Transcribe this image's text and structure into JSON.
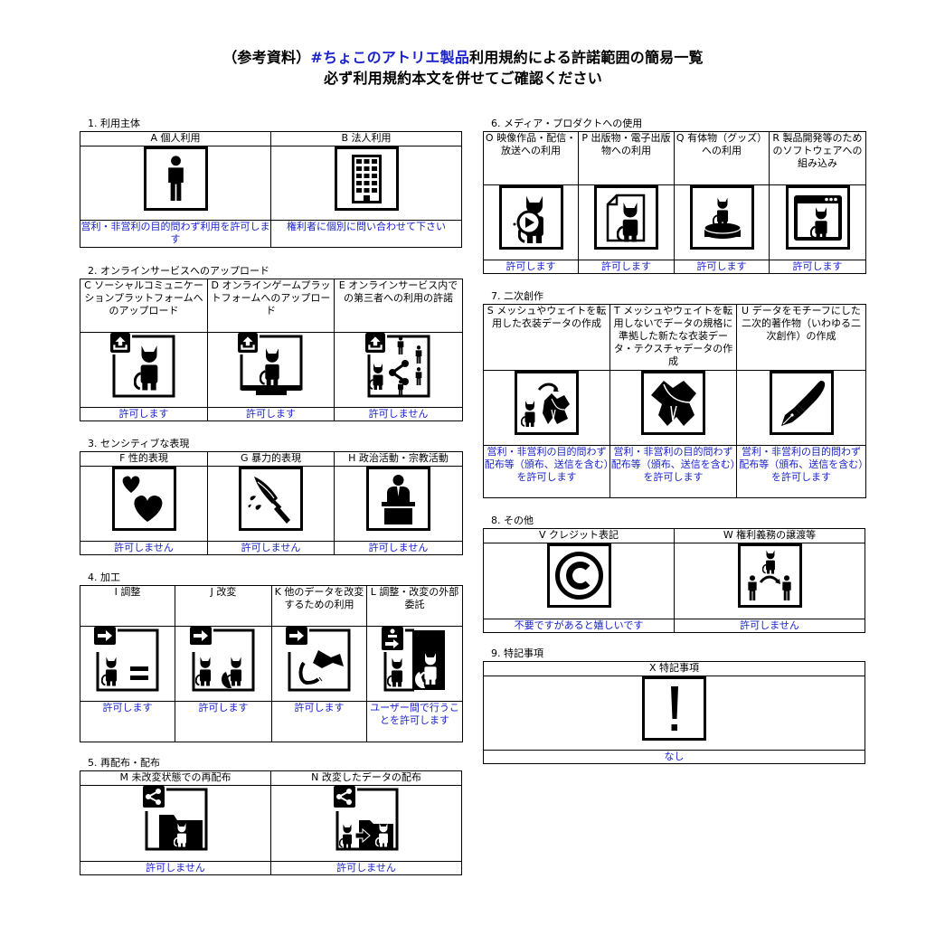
{
  "title": {
    "prefix": "（参考資料）",
    "brand": "#ちょこのアトリエ製品",
    "suffix": "利用規約による許諾範囲の簡易一覧",
    "line2": "必ず利用規約本文を併せてご確認ください",
    "brand_color": "#1a22c8"
  },
  "sections": {
    "s1": {
      "label": "1. 利用主体",
      "items": [
        {
          "head": "A 個人利用",
          "icon": "person-icon",
          "foot": "営利・非営利の目的問わず利用を許可します"
        },
        {
          "head": "B 法人利用",
          "icon": "office-building-icon",
          "foot": "権利者に個別に問い合わせて下さい"
        }
      ]
    },
    "s2": {
      "label": "2. オンラインサービスへのアップロード",
      "items": [
        {
          "head": "C ソーシャルコミュニケーションプラットフォームへのアップロード",
          "icon": "upload-avatar-icon",
          "foot": "許可します"
        },
        {
          "head": "D オンラインゲームプラットフォームへのアップロード",
          "icon": "upload-monitor-avatar-icon",
          "foot": "許可します"
        },
        {
          "head": "E オンラインサービス内での第三者への利用の許諾",
          "icon": "upload-share-third-party-icon",
          "foot": "許可しません"
        }
      ]
    },
    "s3": {
      "label": "3. センシティブな表現",
      "items": [
        {
          "head": "F 性的表現",
          "icon": "hearts-icon",
          "foot": "許可しません"
        },
        {
          "head": "G 暴力的表現",
          "icon": "knife-blood-icon",
          "foot": "許可しません"
        },
        {
          "head": "H 政治活動・宗教活動",
          "icon": "podium-speaker-icon",
          "foot": "許可しません"
        }
      ]
    },
    "s4": {
      "label": "4. 加工",
      "items": [
        {
          "head": "I 調整",
          "icon": "adjust-avatar-equals-icon",
          "foot": "許可します"
        },
        {
          "head": "J 改変",
          "icon": "modify-avatar-icon",
          "foot": "許可します"
        },
        {
          "head": "K 他のデータを改変するための利用",
          "icon": "parts-reuse-icon",
          "foot": "許可します"
        },
        {
          "head": "L 調整・改変の外部委託",
          "icon": "outsource-modify-icon",
          "foot": "ユーザー間で行うことを許可します"
        }
      ]
    },
    "s5": {
      "label": "5. 再配布・配布",
      "items": [
        {
          "head": "M 未改変状態での再配布",
          "icon": "share-folder-avatar-icon",
          "foot": "許可しません"
        },
        {
          "head": "N 改変したデータの配布",
          "icon": "share-modified-folder-icon",
          "foot": "許可しません"
        }
      ]
    },
    "s6": {
      "label": "6. メディア・プロダクトへの使用",
      "items": [
        {
          "head": "O 映像作品・配信・放送への利用",
          "icon": "video-play-avatar-icon",
          "foot": "許可します"
        },
        {
          "head": "P 出版物・電子出版物への利用",
          "icon": "document-avatar-icon",
          "foot": "許可します"
        },
        {
          "head": "Q 有体物（グッズ）への利用",
          "icon": "figure-stand-icon",
          "foot": "許可します"
        },
        {
          "head": "R 製品開発等のためのソフトウェアへの組み込み",
          "icon": "app-window-avatar-icon",
          "foot": "許可します"
        }
      ]
    },
    "s7": {
      "label": "7. 二次創作",
      "items": [
        {
          "head": "S メッシュやウェイトを転用した衣装データの作成",
          "icon": "avatar-to-clothing-icon",
          "foot": "営利・非営利の目的問わず配布等（頒布、送信を含む）を許可します"
        },
        {
          "head": "T メッシュやウェイトを転用しないでデータの規格に準拠した新たな衣装データ・テクスチャデータの作成",
          "icon": "clothing-icon",
          "foot": "営利・非営利の目的問わず配布等（頒布、送信を含む）を許可します"
        },
        {
          "head": "U データをモチーフにした二次的著作物（いわゆる二次創作）の作成",
          "icon": "fountain-pen-icon",
          "foot": "営利・非営利の目的問わず配布等（頒布、送信を含む）を許可します"
        }
      ]
    },
    "s8": {
      "label": "8. その他",
      "items": [
        {
          "head": "V クレジット表記",
          "icon": "copyright-icon",
          "foot": "不要ですがあると嬉しいです"
        },
        {
          "head": "W 権利義務の譲渡等",
          "icon": "transfer-rights-icon",
          "foot": "許可しません"
        }
      ]
    },
    "s9": {
      "label": "9. 特記事項",
      "items": [
        {
          "head": "X 特記事項",
          "icon": "exclamation-icon",
          "foot": "なし"
        }
      ]
    }
  }
}
